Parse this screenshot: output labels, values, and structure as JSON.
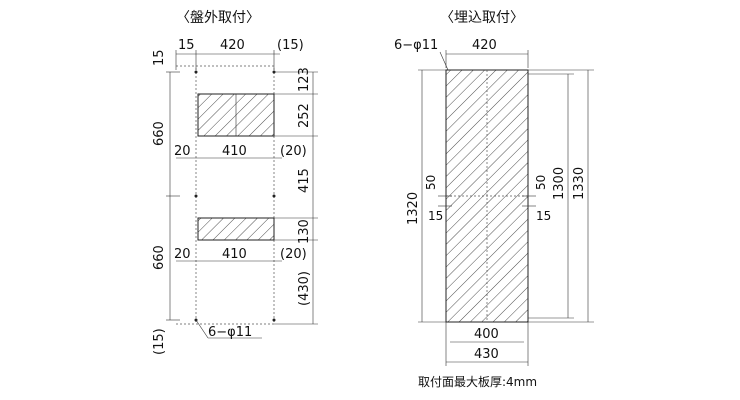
{
  "left_panel": {
    "title": "〈盤外取付〉",
    "dim_15_top": "15",
    "dim_420": "420",
    "dim_15_paren": "(15)",
    "dim_15_left": "15",
    "dim_660_upper": "660",
    "dim_660_lower": "660",
    "dim_15_bottom_paren": "(15)",
    "dim_20_upper": "20",
    "dim_410_upper": "410",
    "dim_20_paren_upper": "(20)",
    "dim_20_lower": "20",
    "dim_410_lower": "410",
    "dim_20_paren_lower": "(20)",
    "dim_123": "123",
    "dim_252": "252",
    "dim_415": "415",
    "dim_130": "130",
    "dim_430_paren": "(430)",
    "hole_note": "6−φ11"
  },
  "right_panel": {
    "title": "〈埋込取付〉",
    "hole_note": "6−φ11",
    "dim_420": "420",
    "dim_1320": "1320",
    "dim_1300": "1300",
    "dim_1330": "1330",
    "dim_50_left": "50",
    "dim_50_right": "50",
    "dim_15_left": "15",
    "dim_15_right": "15",
    "dim_400": "400",
    "dim_430": "430",
    "footnote": "取付面最大板厚:4mm"
  }
}
